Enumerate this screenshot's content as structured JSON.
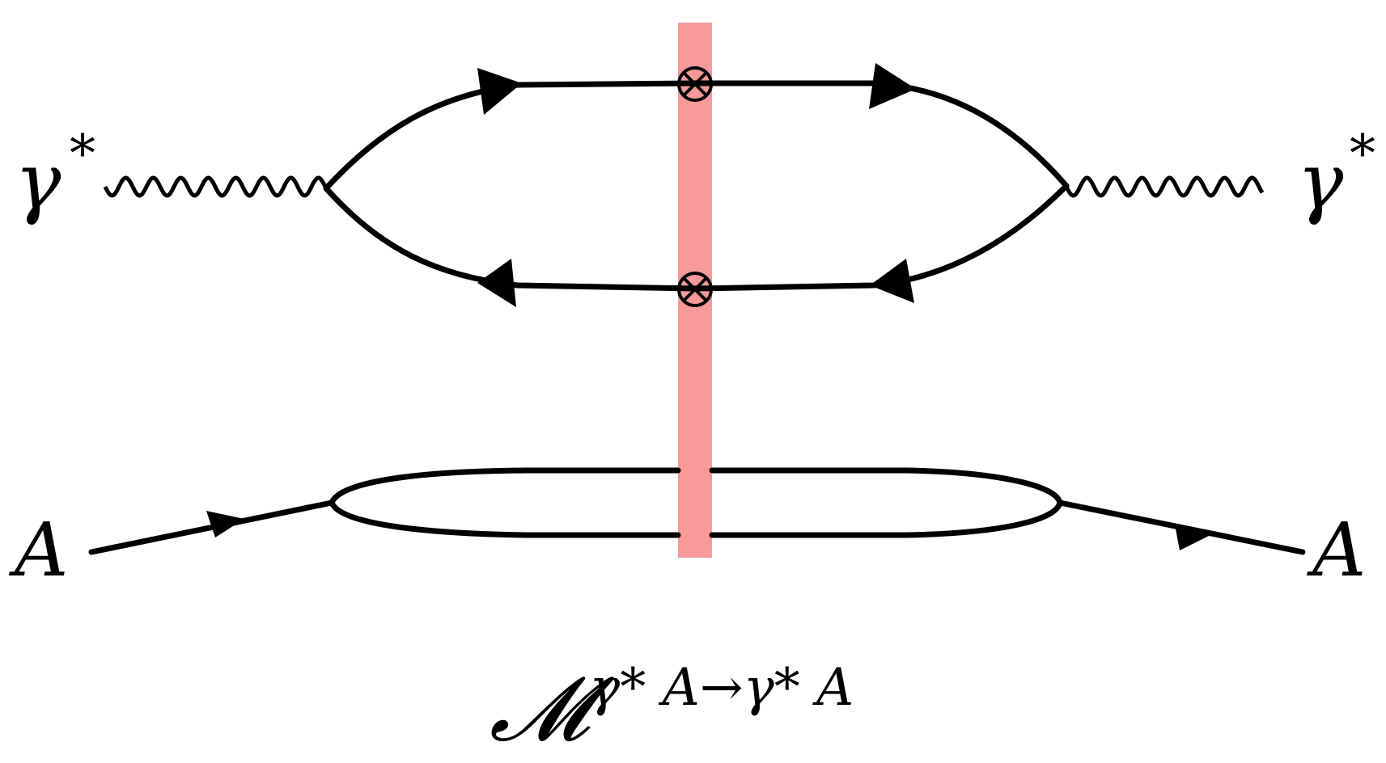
{
  "labels": {
    "photon_in": "γ",
    "photon_in_sup": "*",
    "photon_out": "γ",
    "photon_out_sup": "*",
    "nucleus_in": "A",
    "nucleus_out": "A",
    "amp_symbol": "𝓜",
    "amp_sup": "γ* A→γ* A"
  },
  "colors": {
    "line": "#000000",
    "shockwave": "#f89a9a",
    "background": "#ffffff"
  },
  "icons": {
    "crossed_circle": "otimes-vertex-icon",
    "arrow": "fermion-arrow-icon"
  }
}
